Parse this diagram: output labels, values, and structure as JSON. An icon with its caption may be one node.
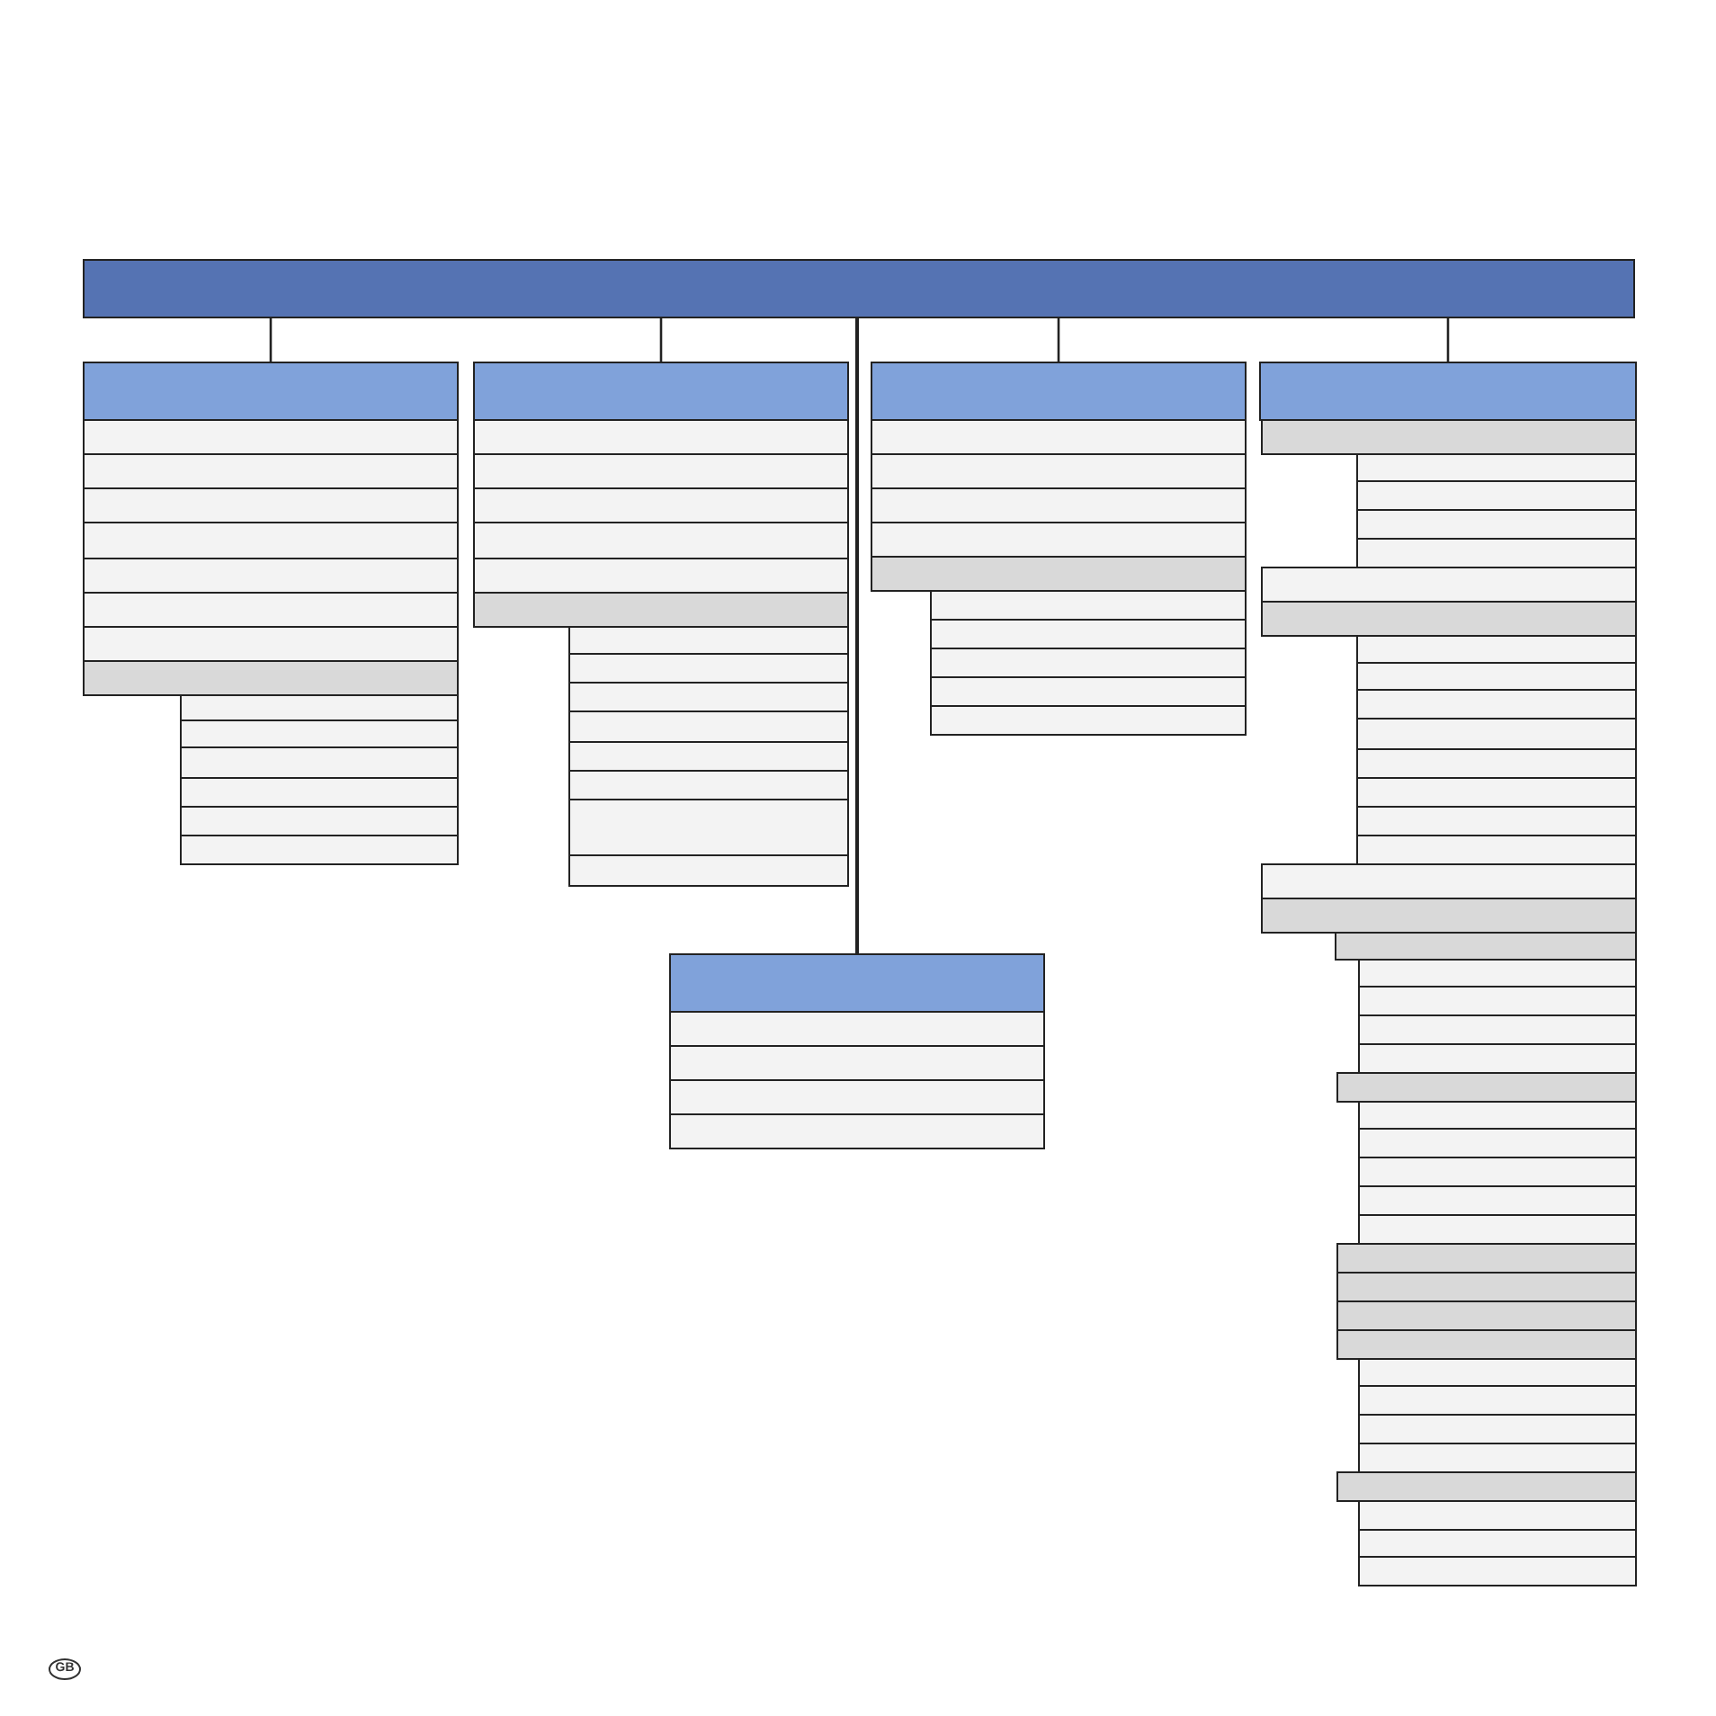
{
  "diagram": {
    "nodes": [
      {
        "text": [],
        "shape": "box"
      },
      {
        "text": [],
        "shape": "box"
      },
      {
        "text": [],
        "shape": "box"
      },
      {
        "text": [],
        "shape": "box"
      },
      {
        "text": [],
        "shape": "box"
      },
      {
        "text": [],
        "shape": "box"
      },
      {
        "text": [],
        "shape": "box"
      },
      {
        "text": [],
        "shape": "box"
      },
      {
        "text": [],
        "shape": "box"
      },
      {
        "text": [],
        "shape": "box"
      },
      {
        "text": [],
        "shape": "box"
      },
      {
        "text": [],
        "shape": "box"
      },
      {
        "text": [],
        "shape": "box"
      },
      {
        "text": [],
        "shape": "box"
      },
      {
        "text": [],
        "shape": "box"
      },
      {
        "text": [],
        "shape": "box"
      },
      {
        "text": [],
        "shape": "box"
      },
      {
        "text": [],
        "shape": "box"
      },
      {
        "text": [],
        "shape": "box"
      },
      {
        "text": [],
        "shape": "box"
      },
      {
        "text": [],
        "shape": "box"
      },
      {
        "text": [],
        "shape": "box"
      },
      {
        "text": [],
        "shape": "box"
      },
      {
        "text": [],
        "shape": "box"
      },
      {
        "text": [],
        "shape": "box"
      },
      {
        "text": [],
        "shape": "box"
      },
      {
        "text": [],
        "shape": "box"
      },
      {
        "text": [],
        "shape": "box"
      },
      {
        "text": [],
        "shape": "box"
      },
      {
        "text": [],
        "shape": "box"
      },
      {
        "text": [],
        "shape": "box"
      },
      {
        "text": [],
        "shape": "box"
      },
      {
        "text": [],
        "shape": "box"
      },
      {
        "text": [],
        "shape": "box"
      },
      {
        "text": [],
        "shape": "box"
      },
      {
        "text": [],
        "shape": "box"
      },
      {
        "text": [],
        "shape": "box"
      },
      {
        "text": [],
        "shape": "box"
      },
      {
        "text": [],
        "shape": "box"
      },
      {
        "text": [],
        "shape": "box"
      },
      {
        "text": [],
        "shape": "box"
      },
      {
        "text": [],
        "shape": "box"
      },
      {
        "text": [],
        "shape": "box"
      },
      {
        "text": [],
        "shape": "box"
      },
      {
        "text": [],
        "shape": "box"
      },
      {
        "text": [],
        "shape": "box"
      },
      {
        "text": [],
        "shape": "box"
      },
      {
        "text": [],
        "shape": "box"
      },
      {
        "text": [],
        "shape": "box"
      },
      {
        "text": [],
        "shape": "box"
      },
      {
        "text": [],
        "shape": "box"
      },
      {
        "text": [],
        "shape": "box"
      },
      {
        "text": [],
        "shape": "box"
      },
      {
        "text": [],
        "shape": "box"
      },
      {
        "text": [],
        "shape": "box"
      },
      {
        "text": [],
        "shape": "box"
      },
      {
        "text": [],
        "shape": "box"
      },
      {
        "text": [],
        "shape": "box"
      },
      {
        "text": [],
        "shape": "box"
      },
      {
        "text": [],
        "shape": "box"
      },
      {
        "text": [],
        "shape": "box"
      },
      {
        "text": [],
        "shape": "box"
      },
      {
        "text": [],
        "shape": "box"
      },
      {
        "text": [],
        "shape": "box"
      },
      {
        "text": [],
        "shape": "box"
      },
      {
        "text": [],
        "shape": "box"
      },
      {
        "text": [],
        "shape": "box"
      },
      {
        "text": [],
        "shape": "box"
      },
      {
        "text": [],
        "shape": "box"
      },
      {
        "text": [],
        "shape": "box"
      },
      {
        "text": [],
        "shape": "box"
      },
      {
        "text": [],
        "shape": "box"
      },
      {
        "text": [],
        "shape": "box"
      },
      {
        "text": [],
        "shape": "box"
      },
      {
        "text": [],
        "shape": "box"
      },
      {
        "text": [],
        "shape": "box"
      },
      {
        "text": [],
        "shape": "box"
      },
      {
        "text": [],
        "shape": "box"
      },
      {
        "text": [],
        "shape": "box"
      },
      {
        "text": [],
        "shape": "box"
      },
      {
        "text": [],
        "shape": "box"
      },
      {
        "text": [],
        "shape": "box"
      },
      {
        "text": [],
        "shape": "box"
      },
      {
        "text": [],
        "shape": "box"
      },
      {
        "text": [],
        "shape": "box"
      },
      {
        "text": [],
        "shape": "box"
      },
      {
        "text": [],
        "shape": "box"
      },
      {
        "text": [],
        "shape": "box"
      }
    ],
    "edges": [
      {
        "from": 0,
        "to": 1,
        "arrow": "none"
      },
      {
        "from": 0,
        "to": 16,
        "arrow": "none"
      },
      {
        "from": 0,
        "to": 31,
        "arrow": "none"
      },
      {
        "from": 0,
        "to": 42,
        "arrow": "none"
      },
      {
        "from": 0,
        "to": 83,
        "arrow": "none"
      }
    ],
    "labels": [
      "GB"
    ]
  }
}
